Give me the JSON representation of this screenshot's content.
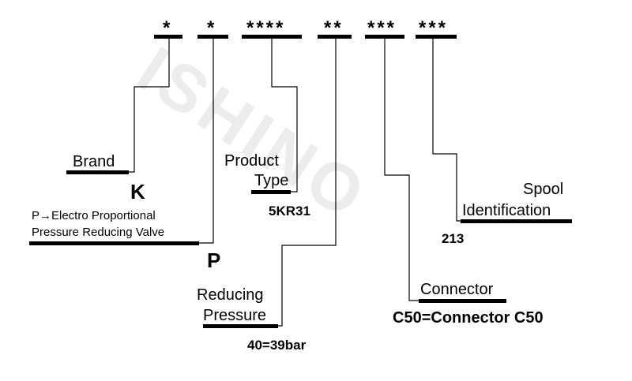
{
  "watermark": "ISHINO",
  "code_segments": [
    "*",
    "*",
    "****",
    "**",
    "***",
    "***"
  ],
  "brand": {
    "label": "Brand",
    "value": "K"
  },
  "product_type": {
    "label_line1": "Product",
    "label_line2": "Type",
    "value": "5KR31"
  },
  "pressure_valve": {
    "desc_line1": "P→Electro Proportional",
    "desc_line2": "Pressure Reducing Valve",
    "value": "P"
  },
  "reducing_pressure": {
    "label_line1": "Reducing",
    "label_line2": "Pressure",
    "value": "40=39bar"
  },
  "connector": {
    "label": "Connector",
    "value": "C50=Connector C50"
  },
  "spool": {
    "label_line1": "Spool",
    "label_line2": "Identification",
    "value": "213"
  }
}
